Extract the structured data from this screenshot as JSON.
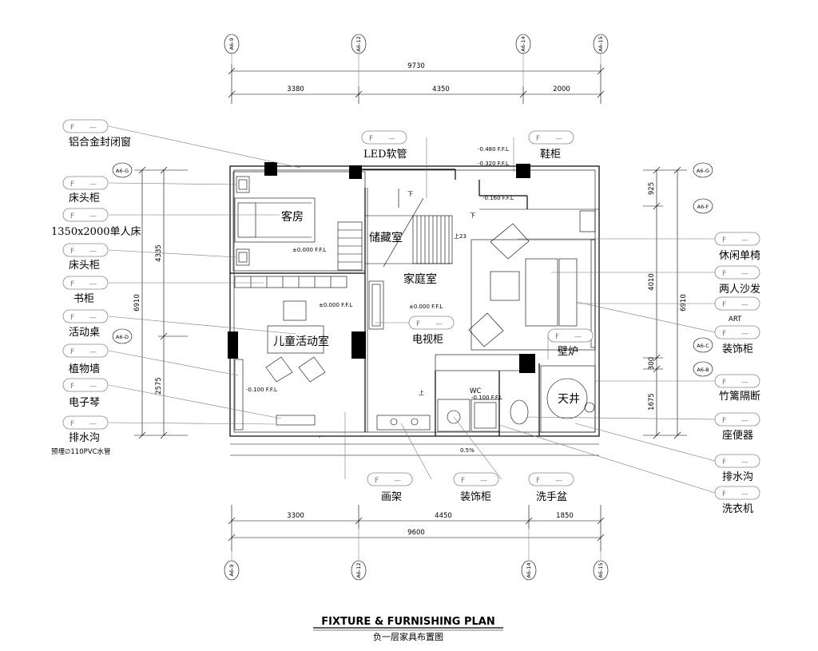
{
  "title": "FIXTURE & FURNISHING PLAN",
  "subtitle": "负一层家具布置图",
  "tag_text": "F",
  "tag_dash": "—",
  "grid": {
    "top": [
      "A6-9",
      "A6-12",
      "A6-14",
      "A6-15"
    ],
    "bottom": [
      "A6-9",
      "A6-12",
      "A6-14",
      "A6-15"
    ],
    "left": [
      "A6-G",
      "A6-D"
    ],
    "right": [
      "A6-G",
      "A6-F",
      "A6-C",
      "A6-B"
    ]
  },
  "dimensions": {
    "top_total": "9730",
    "top_segments": [
      "3380",
      "4350",
      "2000"
    ],
    "bottom_total": "9600",
    "bottom_segments": [
      "3300",
      "4450",
      "1850"
    ],
    "left_total": "6910",
    "left_segments": [
      "4335",
      "2575"
    ],
    "right_total": "6910",
    "right_segments": [
      "925",
      "4010",
      "300",
      "1675"
    ]
  },
  "rooms": {
    "guest": "客房",
    "storage": "储藏室",
    "family": "家庭室",
    "kids": "儿童活动室",
    "wc": "WC",
    "patio": "天井",
    "stair_up": "上23",
    "down1": "下",
    "down2": "下",
    "up1": "上"
  },
  "levels": {
    "l1": "±0.000 F.F.L",
    "l2": "±0.000 F.F.L",
    "l3": "±0.000 F.F.L",
    "l4": "-0.100 F.F.L",
    "l5": "-0.100 F.F.L",
    "l6": "-0.480 F.F.L",
    "l7": "-0.320 F.F.L",
    "l8": "-0.160 F.F.L",
    "slope": "0.5%"
  },
  "annotations": {
    "left": [
      "铝合金封闭窗",
      "床头柜",
      "1350x2000单人床",
      "床头柜",
      "书柜",
      "活动桌",
      "植物墙",
      "电子琴",
      "排水沟"
    ],
    "left_note": "预埋∅110PVC水管",
    "top": [
      "LED软管",
      "鞋柜"
    ],
    "right": [
      "休闲单椅",
      "两人沙发",
      "ART",
      "装饰柜",
      "竹篱隔断",
      "座便器",
      "排水沟",
      "洗衣机"
    ],
    "center": [
      "电视柜",
      "壁炉"
    ],
    "bottom": [
      "画架",
      "装饰柜",
      "洗手盆"
    ]
  }
}
